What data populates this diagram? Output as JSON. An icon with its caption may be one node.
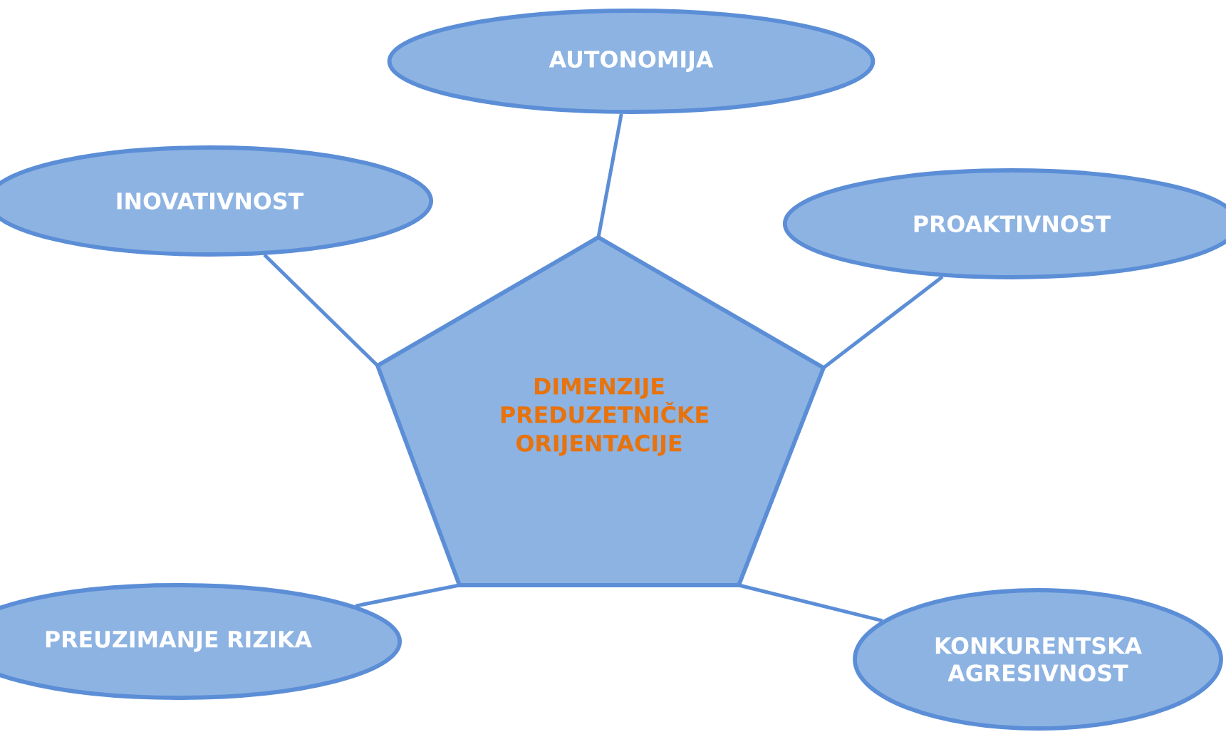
{
  "diagram": {
    "nodes": [
      {
        "text": [
          "AUTONOMIJA"
        ]
      },
      {
        "text": [
          "INOVATIVNOST"
        ]
      },
      {
        "text": [
          "PROAKTIVNOST"
        ]
      },
      {
        "text": [
          "DIMENZIJE PREDUZETNIČKE ORIJENTACIJE"
        ]
      },
      {
        "text": [
          "PREUZIMANJE RIZIKA"
        ]
      },
      {
        "text": [
          "KONKURENTSKA AGRESIVNOST"
        ]
      }
    ],
    "edges": [
      {
        "from": 3,
        "to": 0,
        "arrow": "none"
      },
      {
        "from": 3,
        "to": 1,
        "arrow": "none"
      },
      {
        "from": 3,
        "to": 2,
        "arrow": "none"
      },
      {
        "from": 3,
        "to": 4,
        "arrow": "none"
      },
      {
        "from": 3,
        "to": 5,
        "arrow": "none"
      }
    ]
  }
}
